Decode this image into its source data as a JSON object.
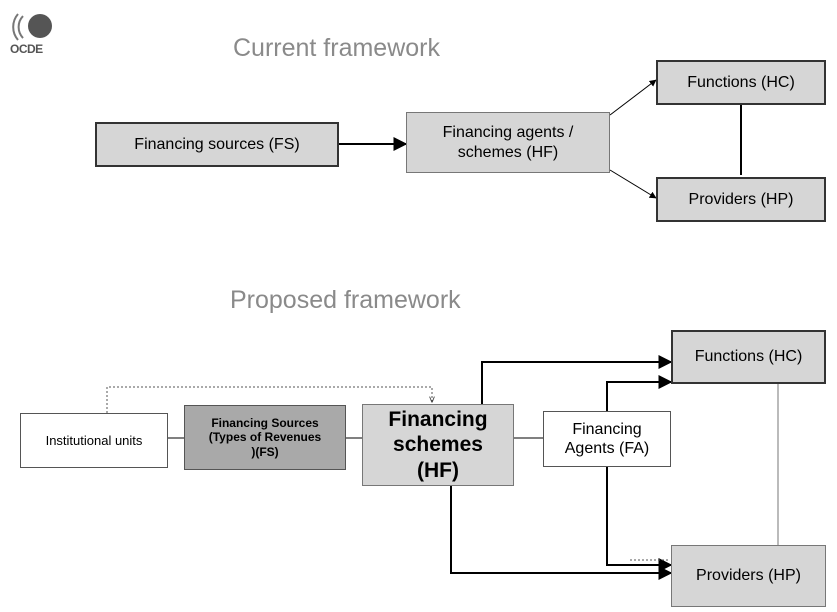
{
  "logo": {
    "text": "OCDE"
  },
  "current": {
    "title": "Current framework",
    "fs": "Financing sources (FS)",
    "hf": "Financing agents / schemes  (HF)",
    "hc": "Functions (HC)",
    "hp": "Providers (HP)"
  },
  "proposed": {
    "title": "Proposed framework",
    "inst": "Institutional units",
    "fs": "Financing Sources (Types of Revenues )(FS)",
    "hf": "Financing schemes (HF)",
    "fa": "Financing Agents (FA)",
    "hc": "Functions (HC)",
    "hp": "Providers (HP)"
  }
}
